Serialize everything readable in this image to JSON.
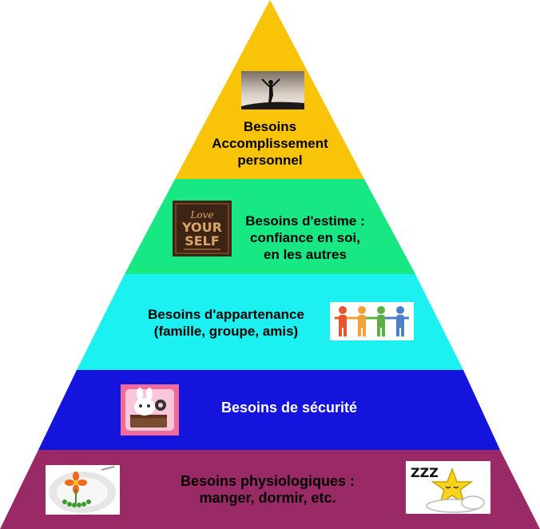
{
  "diagram": {
    "type": "pyramid",
    "levels": [
      {
        "id": "accomplissement",
        "color": "#f9c408",
        "text_color": "#000000",
        "lines": [
          "Besoins",
          "Accomplissement",
          "personnel"
        ],
        "icon": "silhouette-sunset-icon"
      },
      {
        "id": "estime",
        "color": "#18e884",
        "text_color": "#000000",
        "lines": [
          "Besoins d'estime :",
          "confiance en soi,",
          "en les autres"
        ],
        "icon": "love-yourself-poster-icon",
        "icon_text": [
          "Love",
          "YOUR",
          "SELF"
        ]
      },
      {
        "id": "appartenance",
        "color": "#1cf0f0",
        "text_color": "#000000",
        "lines": [
          "Besoins d'appartenance",
          "(famille, groupe, amis)"
        ],
        "icon": "people-holding-hands-icon"
      },
      {
        "id": "securite",
        "color": "#1414dc",
        "text_color": "#ffffff",
        "lines": [
          "Besoins de sécurité"
        ],
        "icon": "bunny-on-chest-icon"
      },
      {
        "id": "physiologiques",
        "color": "#9a2a65",
        "text_color": "#000000",
        "lines": [
          "Besoins physiologiques :",
          "manger, dormir, etc."
        ],
        "icons": [
          "food-plate-flower-icon",
          "sleeping-star-icon"
        ],
        "sleep_text": "ZZZ"
      }
    ]
  }
}
